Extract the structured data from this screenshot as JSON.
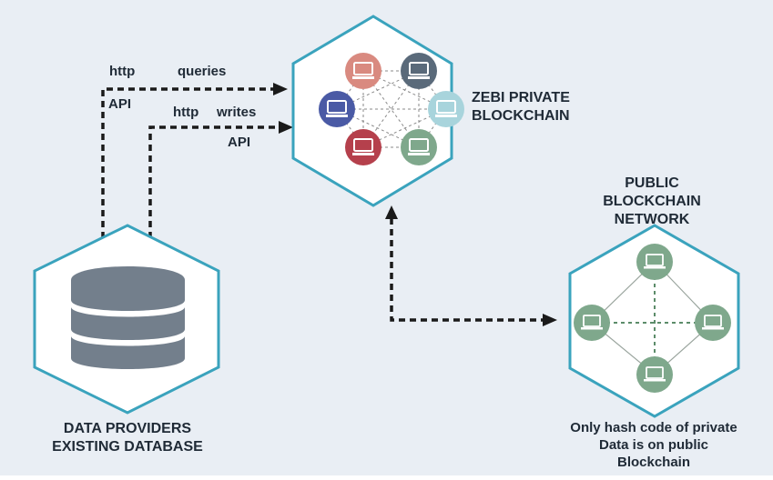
{
  "colors": {
    "background": "#e9eef4",
    "hex_fill": "#ffffff",
    "hex_stroke": "#3aa3bd",
    "arrow": "#1a1a1a",
    "mesh_line": "#8a8a8a",
    "public_node": "#7fa88c",
    "public_link": "#5c8c6a",
    "database": "#737f8c",
    "private_nodes": [
      "#d98a80",
      "#5a6a7a",
      "#4a5aa5",
      "#a8d4dc",
      "#b5404c",
      "#7fa88c"
    ]
  },
  "labels": {
    "http_top": "http",
    "queries": "queries",
    "api_top": "API",
    "http_bottom": "http",
    "writes": "writes",
    "api_bottom": "API",
    "private_chain_line1": "ZEBI PRIVATE",
    "private_chain_line2": "BLOCKCHAIN",
    "public_line1": "PUBLIC",
    "public_line2": "BLOCKCHAIN",
    "public_line3": "NETWORK",
    "db_line1": "DATA PROVIDERS",
    "db_line2": "EXISTING DATABASE",
    "note_line1": "Only hash code of private",
    "note_line2": "Data is on public",
    "note_line3": "Blockchain"
  },
  "icons": {
    "private_nodes": [
      "computer-icon",
      "computer-icon",
      "computer-icon",
      "computer-icon",
      "computer-icon",
      "computer-icon"
    ],
    "public_nodes": [
      "laptop-icon",
      "laptop-icon",
      "laptop-icon",
      "laptop-icon"
    ],
    "database": "database-icon"
  }
}
